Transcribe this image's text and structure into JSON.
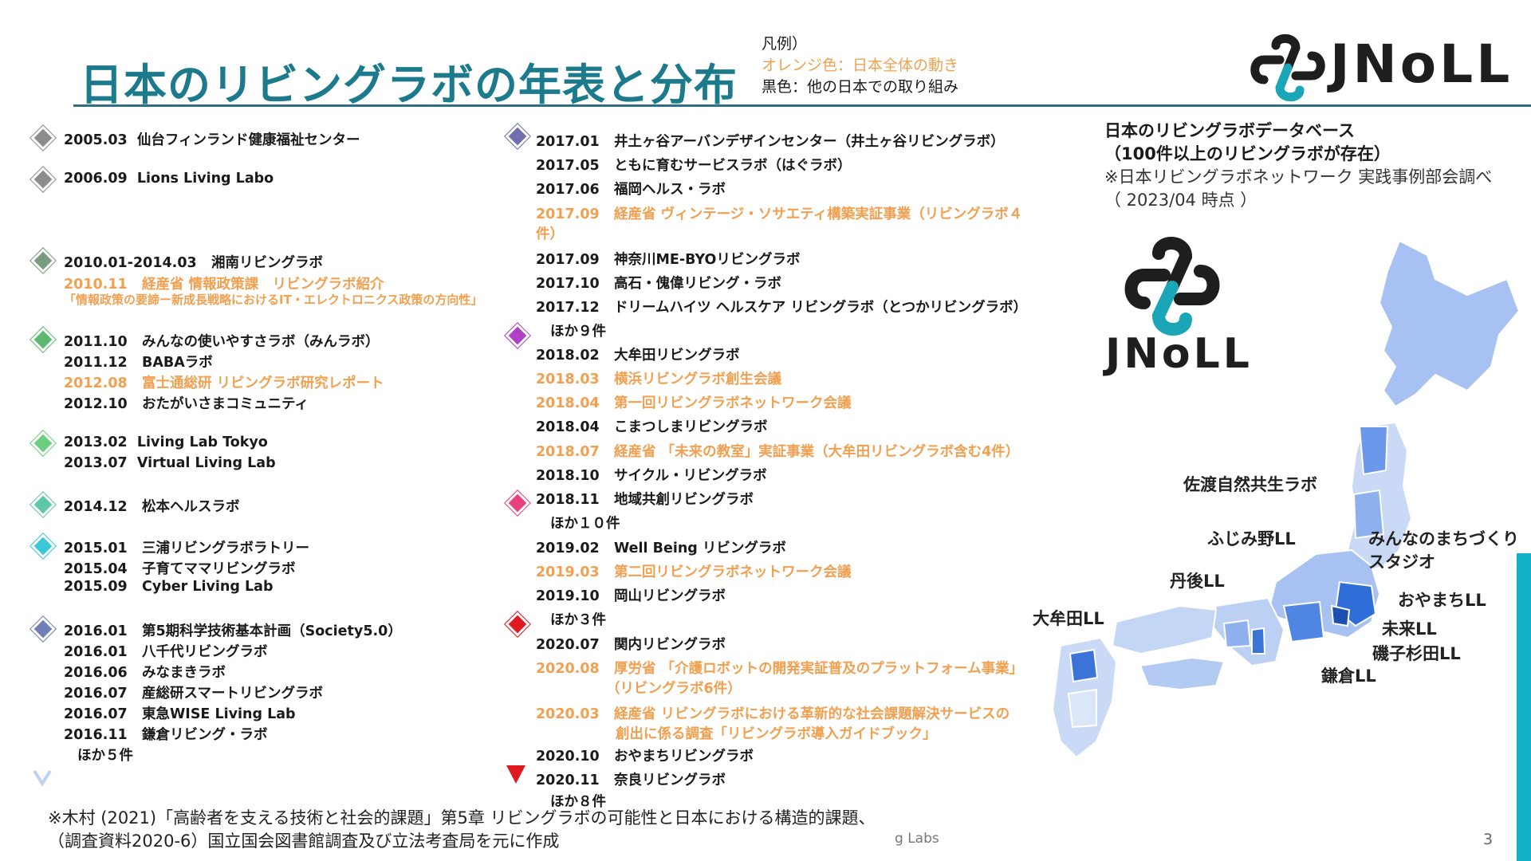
{
  "title": "日本のリビングラボの年表と分布",
  "legend": {
    "heading": "凡例）",
    "orange": "オレンジ色：日本全体の動き",
    "black": "黒色：他の日本での取り組み"
  },
  "logo_text": "JNoLL",
  "colors": {
    "accent_teal": "#1b7a8c",
    "orange": "#f0a050",
    "side_bar": "#12b3c9"
  },
  "left_timeline": [
    {
      "date": "2005.03",
      "text": "仙台フィンランド健康福祉センター",
      "orange": false
    },
    {
      "date": "2006.09",
      "text": "Lions Living Labo",
      "orange": false
    },
    {
      "date": "2010.01-2014.03",
      "text": "湘南リビングラボ",
      "orange": false
    },
    {
      "date": "2010.11",
      "text": "経産省 情報政策課　リビングラボ紹介",
      "orange": true
    },
    {
      "date": "",
      "text": "「情報政策の要諦ー新成長戦略におけるIT・エレクトロニクス政策の方向性」",
      "orange": true
    },
    {
      "date": "2011.10",
      "text": "みんなの使いやすさラボ（みんラボ）",
      "orange": false
    },
    {
      "date": "2011.12",
      "text": "BABAラボ",
      "orange": false
    },
    {
      "date": "2012.08",
      "text": "富士通総研 リビングラボ研究レポート",
      "orange": true
    },
    {
      "date": "2012.10",
      "text": "おたがいさまコミュニティ",
      "orange": false
    },
    {
      "date": "2013.02",
      "text": "Living Lab Tokyo",
      "orange": false
    },
    {
      "date": "2013.07",
      "text": "Virtual Living Lab",
      "orange": false
    },
    {
      "date": "2014.12",
      "text": "松本ヘルスラボ",
      "orange": false
    },
    {
      "date": "2015.01",
      "text": "三浦リビングラボラトリー",
      "orange": false
    },
    {
      "date": "2015.04",
      "text": "子育てママリビングラボ",
      "orange": false
    },
    {
      "date": "2015.09",
      "text": "Cyber Living Lab",
      "orange": false
    },
    {
      "date": "2016.01",
      "text": "第5期科学技術基本計画（Society5.0）",
      "orange": false
    },
    {
      "date": "2016.01",
      "text": "八千代リビングラボ",
      "orange": false
    },
    {
      "date": "2016.06",
      "text": "みなまきラボ",
      "orange": false
    },
    {
      "date": "2016.07",
      "text": "産総研スマートリビングラボ",
      "orange": false
    },
    {
      "date": "2016.07",
      "text": "東急WISE Living Lab",
      "orange": false
    },
    {
      "date": "2016.11",
      "text": "鎌倉リビング・ラボ",
      "orange": false
    },
    {
      "date": "",
      "text": "ほか５件",
      "orange": false
    }
  ],
  "right_timeline": [
    {
      "date": "2017.01",
      "text": "井土ヶ谷アーバンデザインセンター（井土ヶ谷リビングラボ）",
      "orange": false
    },
    {
      "date": "2017.05",
      "text": "ともに育むサービスラボ（はぐラボ）",
      "orange": false
    },
    {
      "date": "2017.06",
      "text": "福岡ヘルス・ラボ",
      "orange": false
    },
    {
      "date": "2017.09",
      "text": "経産省 ヴィンテージ・ソサエティ構築実証事業（リビングラボ４",
      "orange": true
    },
    {
      "date": "",
      "text": "件）",
      "orange": true
    },
    {
      "date": "2017.09",
      "text": "神奈川ME-BYOリビングラボ",
      "orange": false
    },
    {
      "date": "2017.10",
      "text": "高石・傀偉リビング・ラボ",
      "orange": false
    },
    {
      "date": "2017.12",
      "text": "ドリームハイツ ヘルスケア リビングラボ（とつかリビングラボ）",
      "orange": false
    },
    {
      "date": "",
      "text": "ほか９件",
      "orange": false
    },
    {
      "date": "2018.02",
      "text": "大牟田リビングラボ",
      "orange": false
    },
    {
      "date": "2018.03",
      "text": "横浜リビングラボ創生会議",
      "orange": true
    },
    {
      "date": "2018.04",
      "text": "第一回リビングラボネットワーク会議",
      "orange": true
    },
    {
      "date": "2018.04",
      "text": "こまつしまリビングラボ",
      "orange": false
    },
    {
      "date": "2018.07",
      "text": "経産省 「未来の教室」実証事業（大牟田リビングラボ含む4件）",
      "orange": true
    },
    {
      "date": "2018.10",
      "text": "サイクル・リビングラボ",
      "orange": false
    },
    {
      "date": "2018.11",
      "text": "地域共創リビングラボ",
      "orange": false
    },
    {
      "date": "",
      "text": "ほか１０件",
      "orange": false
    },
    {
      "date": "2019.02",
      "text": "Well Being リビングラボ",
      "orange": false
    },
    {
      "date": "2019.03",
      "text": "第二回リビングラボネットワーク会議",
      "orange": true
    },
    {
      "date": "2019.10",
      "text": "岡山リビングラボ",
      "orange": false
    },
    {
      "date": "",
      "text": "ほか３件",
      "orange": false
    },
    {
      "date": "2020.07",
      "text": "関内リビングラボ",
      "orange": false
    },
    {
      "date": "2020.08",
      "text": "厚労省 「介護ロボットの開発実証普及のプラットフォーム事業」",
      "orange": true
    },
    {
      "date": "",
      "text": "（リビングラボ6件）",
      "orange": true
    },
    {
      "date": "2020.03",
      "text": "経産省 リビングラボにおける革新的な社会課題解決サービスの",
      "orange": true
    },
    {
      "date": "",
      "text": "創出に係る調査「リビングラボ導入ガイドブック」",
      "orange": true
    },
    {
      "date": "2020.10",
      "text": "おやまちリビングラボ",
      "orange": false
    },
    {
      "date": "2020.11",
      "text": "奈良リビングラボ",
      "orange": false
    },
    {
      "date": "",
      "text": "ほか８件",
      "orange": false
    }
  ],
  "database": {
    "line1": "日本のリビングラボデータベース",
    "line2": "（100件以上のリビングラボが存在）",
    "line3": "※日本リビングラボネットワーク 実践事例部会調べ",
    "line4": "（ 2023/04 時点 ）"
  },
  "map_labels": {
    "sado": "佐渡自然共生ラボ",
    "fujimino": "ふじみ野LL",
    "minnano_1": "みんなのまちづくり",
    "minnano_2": "スタジオ",
    "tango": "丹後LL",
    "oyamachi": "おやまちLL",
    "omuta": "大牟田LL",
    "mirai": "未来LL",
    "isogo": "磯子杉田LL",
    "kamakura": "鎌倉LL"
  },
  "footnote": {
    "line1": "※木村 (2021)「高齢者を支える技術と社会的課題」第5章 リビングラボの可能性と日本における構造的課題、",
    "line2": "（調査資料2020-6）国立国会図書館調査及び立法考査局を元に作成"
  },
  "footer_brand": "g Labs",
  "page_number": "3"
}
